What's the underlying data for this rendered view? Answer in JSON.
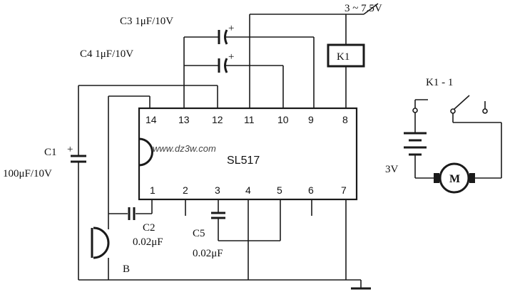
{
  "supply_label": "3 ~ 7.5V",
  "ic": {
    "name": "SL517",
    "pins_top": [
      "14",
      "13",
      "12",
      "11",
      "10",
      "9",
      "8"
    ],
    "pins_bottom": [
      "1",
      "2",
      "3",
      "4",
      "5",
      "6",
      "7"
    ]
  },
  "relay": {
    "label": "K1",
    "contact_label": "K1 - 1"
  },
  "capacitors": {
    "c1": {
      "name": "C1",
      "value": "100μF/10V",
      "polarity": "+"
    },
    "c2": {
      "name": "C2",
      "value": "0.02μF"
    },
    "c3": {
      "label": "C3 1μF/10V",
      "polarity": "+"
    },
    "c4": {
      "label": "C4 1μF/10V",
      "polarity": "+"
    },
    "c5": {
      "name": "C5",
      "value": "0.02μF"
    }
  },
  "microphone": {
    "label": "B"
  },
  "battery": {
    "label": "3V"
  },
  "motor": {
    "label": "M"
  },
  "watermark": "www.dz3w.com"
}
